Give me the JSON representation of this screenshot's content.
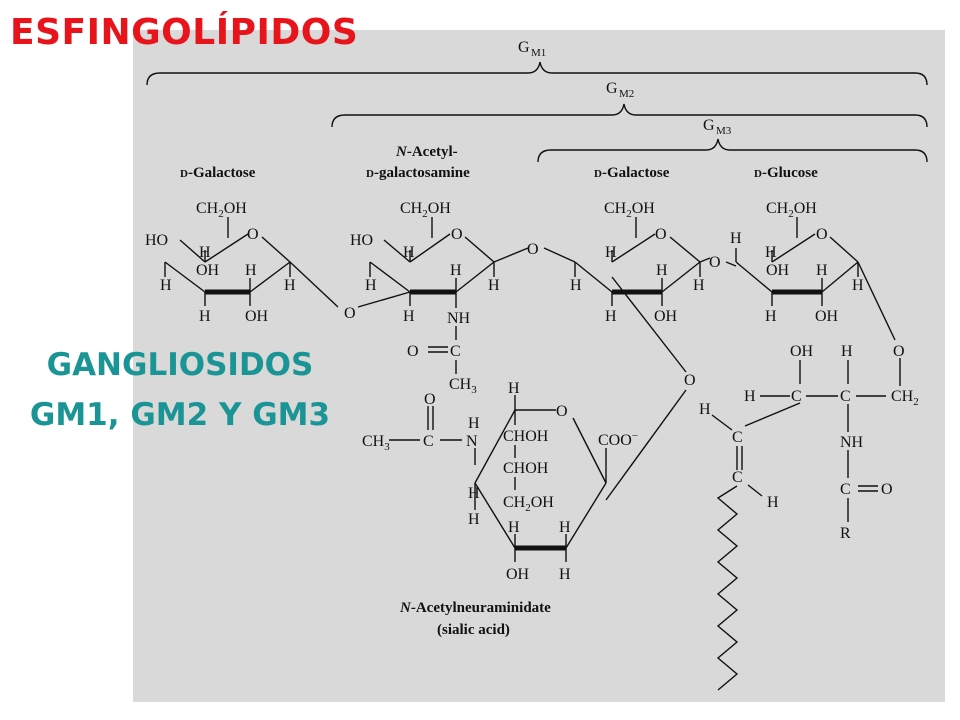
{
  "heading": "ESFINGOLÍPIDOS",
  "subheading": {
    "line1": "GANGLIOSIDOS",
    "line2": "GM1, GM2 Y GM3"
  },
  "brackets": {
    "gm1": "M1",
    "gm2": "M2",
    "gm3": "M3",
    "letter": "G"
  },
  "sugars": {
    "galactose1": {
      "prefix": "D",
      "name": "-Galactose"
    },
    "galnac": {
      "line1_italic": "N",
      "line1": "-Acetyl-",
      "line2_prefix": "D",
      "line2": "-galactosamine"
    },
    "galactose2": {
      "prefix": "D",
      "name": "-Galactose"
    },
    "glucose": {
      "prefix": "D",
      "name": "-Glucose"
    },
    "sialic": {
      "line1_italic": "N",
      "line1": "-Acetylneuraminidate",
      "line2": "(sialic acid)"
    }
  },
  "atoms": {
    "ch2oh": "CH",
    "ch2oh_sub": "2",
    "ch2oh_tail": "OH",
    "ho": "HO",
    "oh": "OH",
    "h": "H",
    "o": "O",
    "c": "C",
    "n": "N",
    "nh": "NH",
    "ch3": "CH",
    "ch3_sub": "3",
    "coo": "COO",
    "coo_charge": "−",
    "chohlabel": "CHOH",
    "ch2": "CH",
    "ch2_sub": "2",
    "r": "R",
    "eq": "="
  },
  "colors": {
    "heading": "#e8141b",
    "subheading": "#1a9494",
    "panel": "#d9d9d9"
  }
}
